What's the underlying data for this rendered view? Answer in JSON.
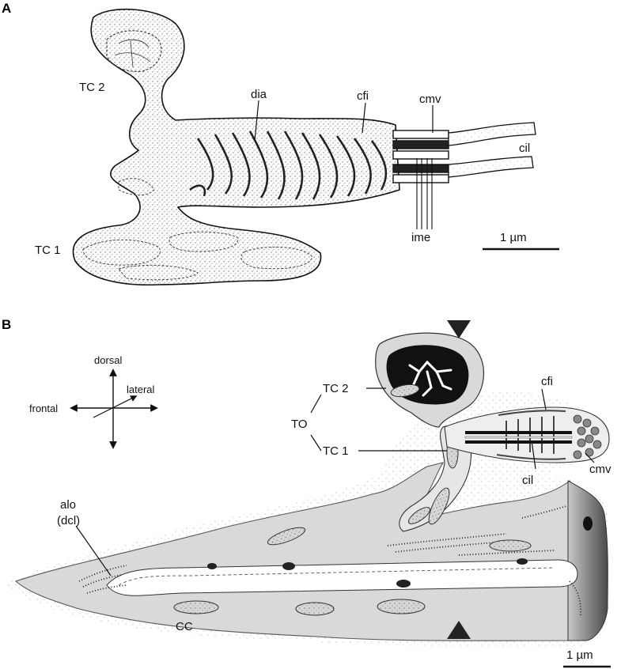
{
  "panels": {
    "a": {
      "letter": "A",
      "labels": {
        "tc2": "TC 2",
        "tc1": "TC 1",
        "dia": "dia",
        "cfi": "cfi",
        "cmv": "cmv",
        "cil": "cil",
        "ime": "ime"
      },
      "scale_bar": "1 µm"
    },
    "b": {
      "letter": "B",
      "orientation": {
        "dorsal": "dorsal",
        "lateral": "lateral",
        "frontal": "frontal"
      },
      "labels": {
        "tc2": "TC 2",
        "to": "TO",
        "tc1": "TC 1",
        "cfi": "cfi",
        "cil": "cil",
        "cmv": "cmv",
        "alo": "alo",
        "dcl": "(dcl)",
        "cc": "CC"
      },
      "scale_bar": "1 µm"
    }
  }
}
